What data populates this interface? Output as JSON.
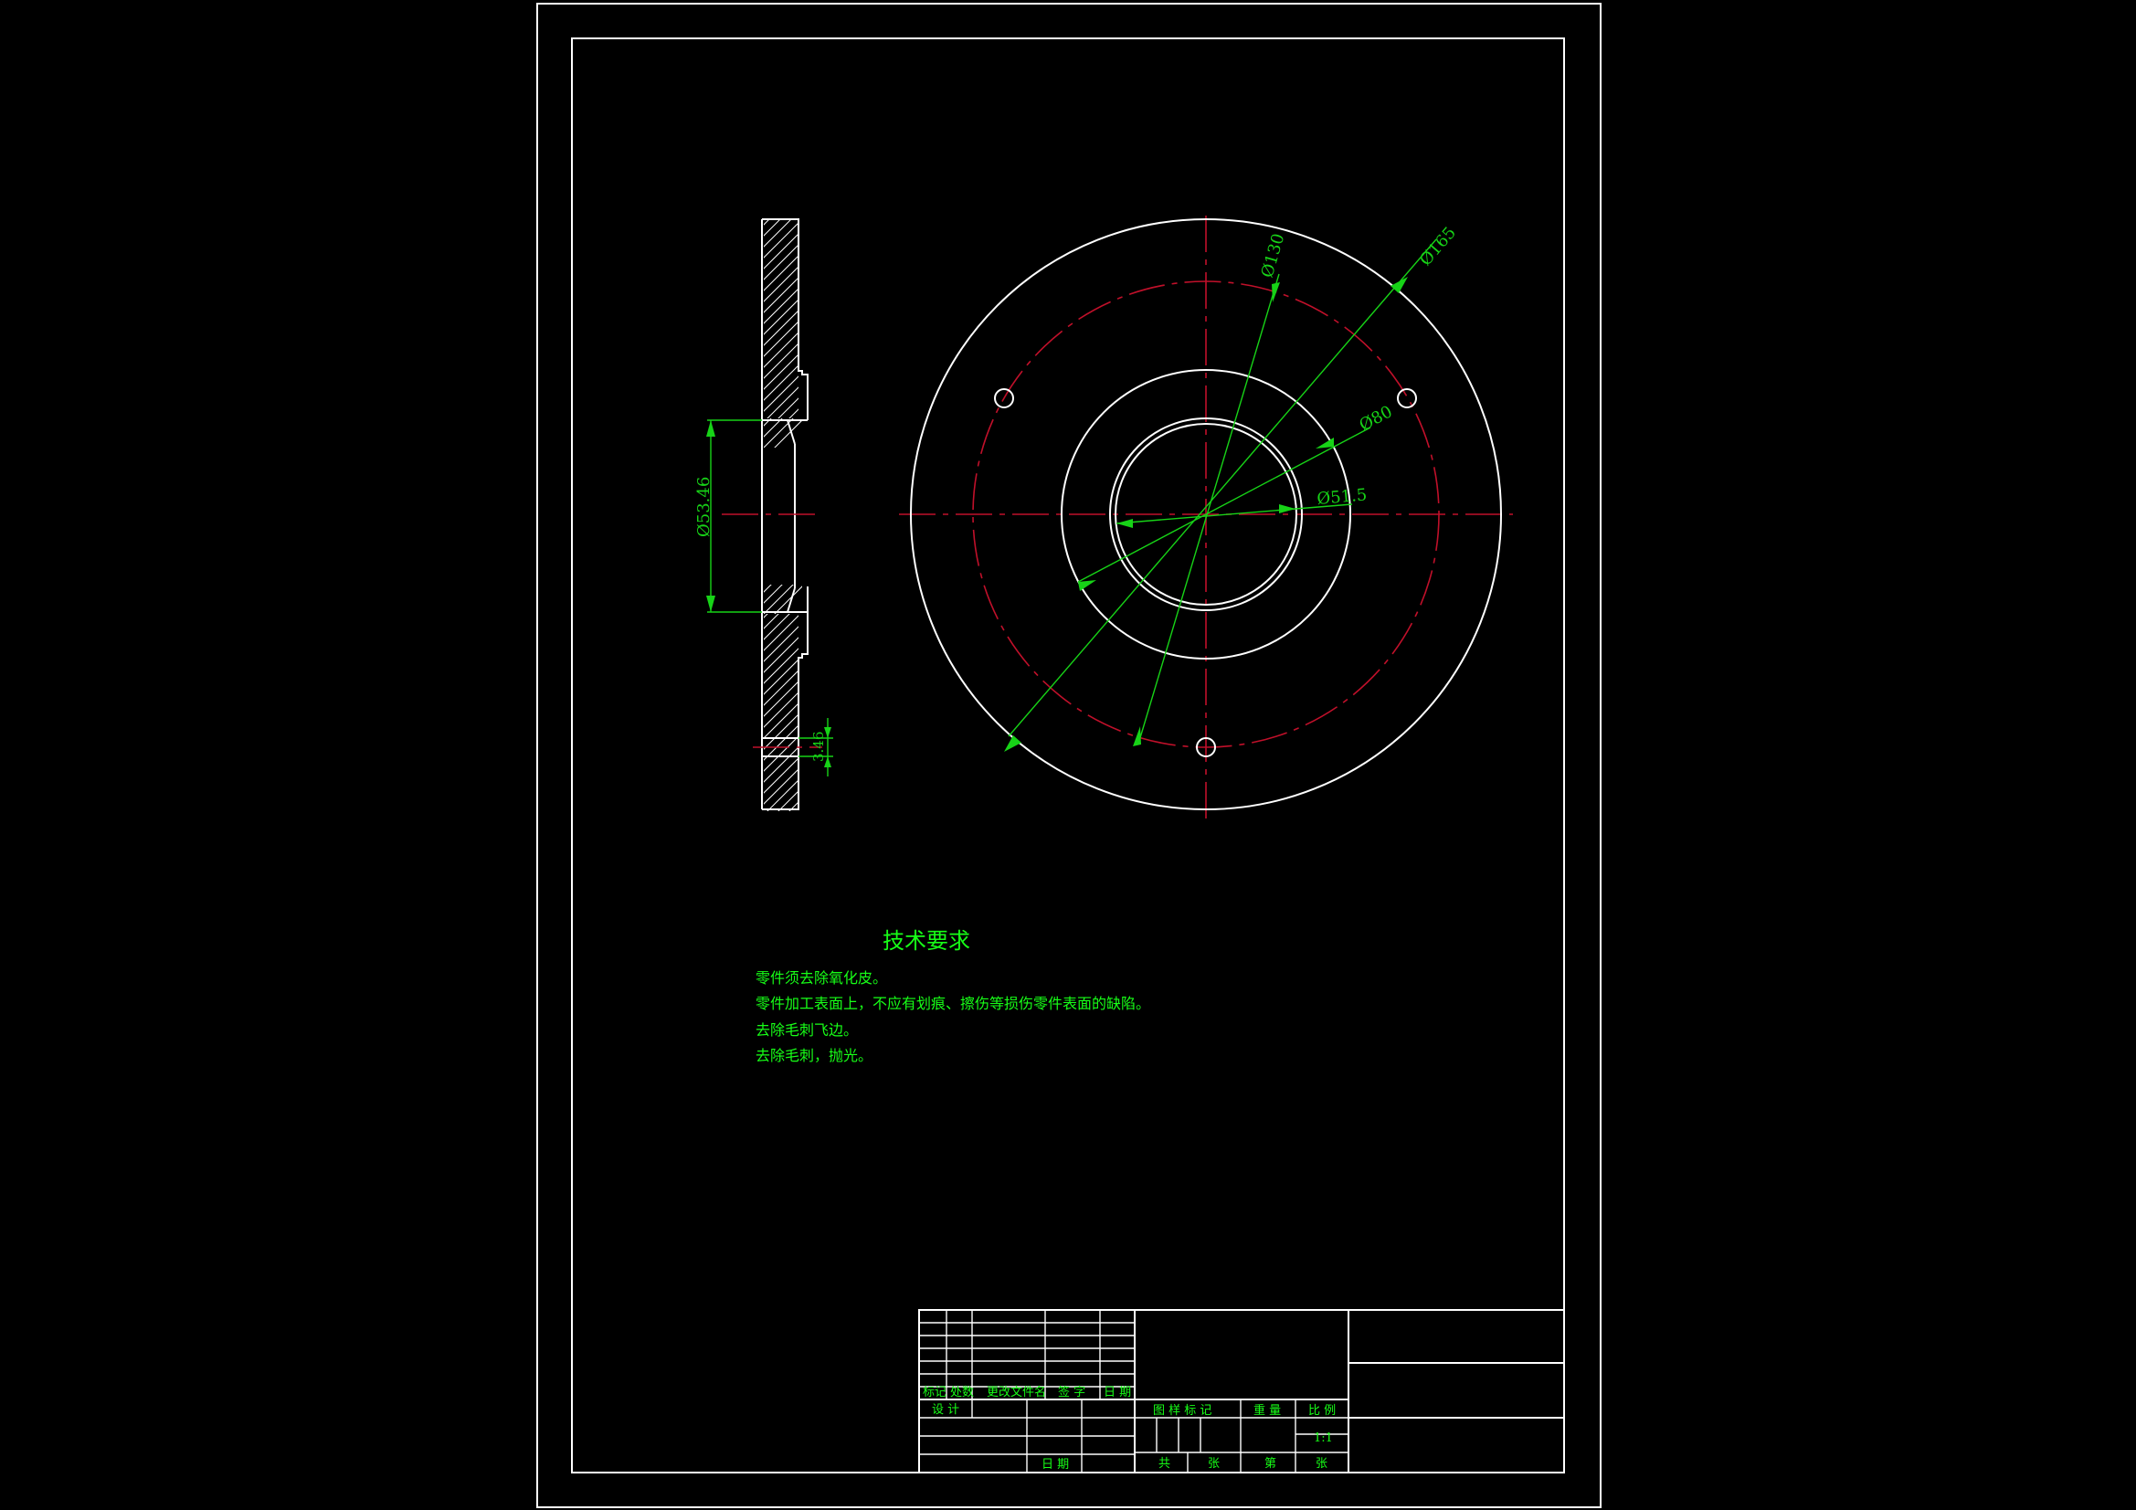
{
  "dimensions": {
    "d165": "Ø165",
    "d130": "Ø130",
    "d80": "Ø80",
    "d51": "Ø51.5",
    "d53": "Ø53.46",
    "d_hole": "3.46"
  },
  "tech": {
    "title": "技术要求",
    "lines": [
      "零件须去除氧化皮。",
      "零件加工表面上，不应有划痕、擦伤等损伤零件表面的缺陷。",
      "去除毛刺飞边。",
      "去除毛刺，抛光。"
    ]
  },
  "title_block": {
    "biaoji": "标记",
    "chushu": "处数",
    "genggai": "更改文件名",
    "qianzi": "签 字",
    "riqi": "日 期",
    "sheji": "设 计",
    "riqi2": "日 期",
    "tuyang": "图 样 标 记",
    "zhongliang": "重 量",
    "bili": "比 例",
    "scale": "1:1",
    "gong": "共",
    "zhang1": "张",
    "di": "第",
    "zhang2": "张"
  }
}
